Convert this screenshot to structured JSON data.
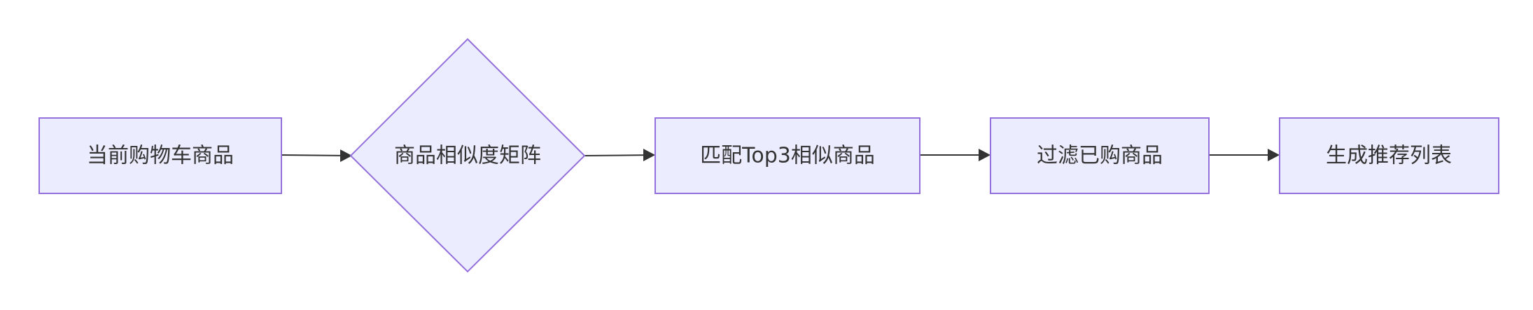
{
  "nodes": {
    "cart_items": {
      "label": "当前购物车商品"
    },
    "similarity_matrix": {
      "label": "商品相似度矩阵"
    },
    "match_top3": {
      "label": "匹配Top3相似商品"
    },
    "filter_purchased": {
      "label": "过滤已购商品"
    },
    "generate_list": {
      "label": "生成推荐列表"
    }
  },
  "colors": {
    "node_fill": "#ECECFF",
    "node_stroke": "#9370DB",
    "edge": "#333333",
    "text": "#333333"
  }
}
